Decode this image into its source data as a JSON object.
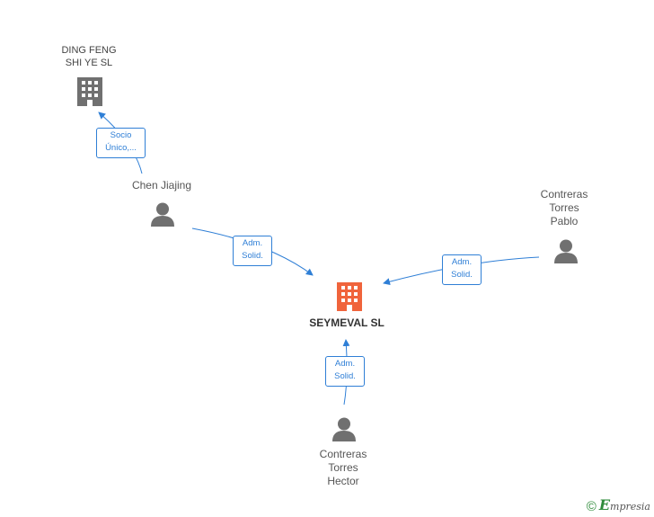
{
  "nodes": {
    "ding_feng": {
      "name_line1": "DING FENG",
      "name_line2": "SHI YE SL"
    },
    "seymeval": {
      "name": "SEYMEVAL SL"
    },
    "chen": {
      "name": "Chen Jiajing"
    },
    "pablo": {
      "line1": "Contreras",
      "line2": "Torres",
      "line3": "Pablo"
    },
    "hector": {
      "line1": "Contreras",
      "line2": "Torres",
      "line3": "Hector"
    }
  },
  "edges": {
    "chen_ding": {
      "line1": "Socio",
      "line2": "Único,..."
    },
    "chen_seymeval": {
      "line1": "Adm.",
      "line2": "Solid."
    },
    "pablo_seymeval": {
      "line1": "Adm.",
      "line2": "Solid."
    },
    "hector_seymeval": {
      "line1": "Adm.",
      "line2": "Solid."
    }
  },
  "footer": {
    "copyright": "©",
    "brand_initial": "E",
    "brand_rest": "mpresia"
  },
  "colors": {
    "edge": "#2f7fd6",
    "main_company": "#f0643c",
    "company": "#707070",
    "person": "#707070"
  }
}
